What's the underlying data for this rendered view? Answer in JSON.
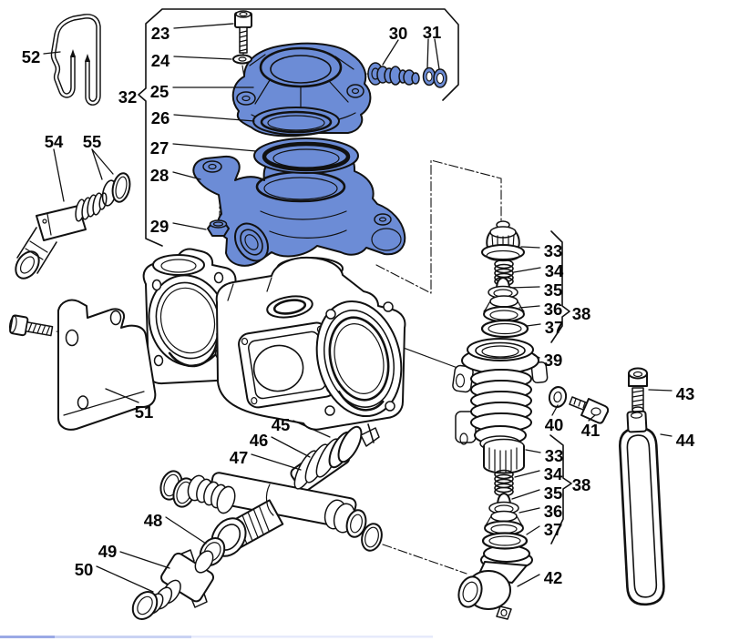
{
  "diagram": {
    "colors": {
      "accent": "#6c8cd6",
      "line": "#111111",
      "background": "#ffffff",
      "footer1": "#9aa9e5",
      "footer2": "#c9d2f3",
      "footer3": "#e6eafb"
    },
    "part_labels": [
      "23",
      "24",
      "25",
      "26",
      "27",
      "28",
      "29",
      "32",
      "30",
      "31",
      "52",
      "54",
      "55",
      "51",
      "33",
      "34",
      "35",
      "36",
      "37",
      "38",
      "39",
      "40",
      "41",
      "43",
      "44",
      "33",
      "34",
      "35",
      "36",
      "37",
      "38",
      "42",
      "45",
      "46",
      "47",
      "48",
      "49",
      "50"
    ]
  }
}
